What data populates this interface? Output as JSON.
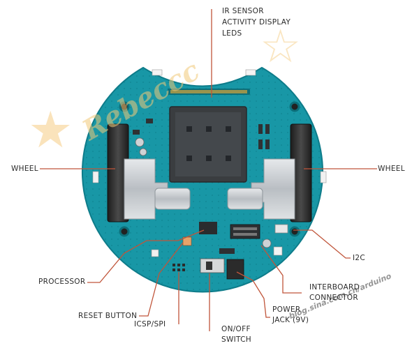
{
  "labels": {
    "ir_sensor": [
      "IR SENSOR",
      "ACTIVITY DISPLAY",
      "LEDS"
    ],
    "wheel_left": "WHEEL",
    "wheel_right": "WHEEL",
    "i2c": "I2C",
    "processor": "PROCESSOR",
    "interboard": [
      "INTERBOARD",
      "CONNECTOR"
    ],
    "reset": "RESET BUTTON",
    "icsp": "ICSP/SPI",
    "power": [
      "POWER",
      "JACK (9V)"
    ],
    "onoff": [
      "ON/OFF",
      "SWITCH"
    ]
  },
  "watermark": {
    "brand": "Rebeccc",
    "site": "blog.sina.com.cn/arduino"
  },
  "colors": {
    "board": "#1897a6",
    "board_dark": "#0e7c8a",
    "leader": "#c0553a",
    "module": "#3a3d40",
    "wheel_tire": "#2a2a2a",
    "bracket": "#c9ced2"
  }
}
